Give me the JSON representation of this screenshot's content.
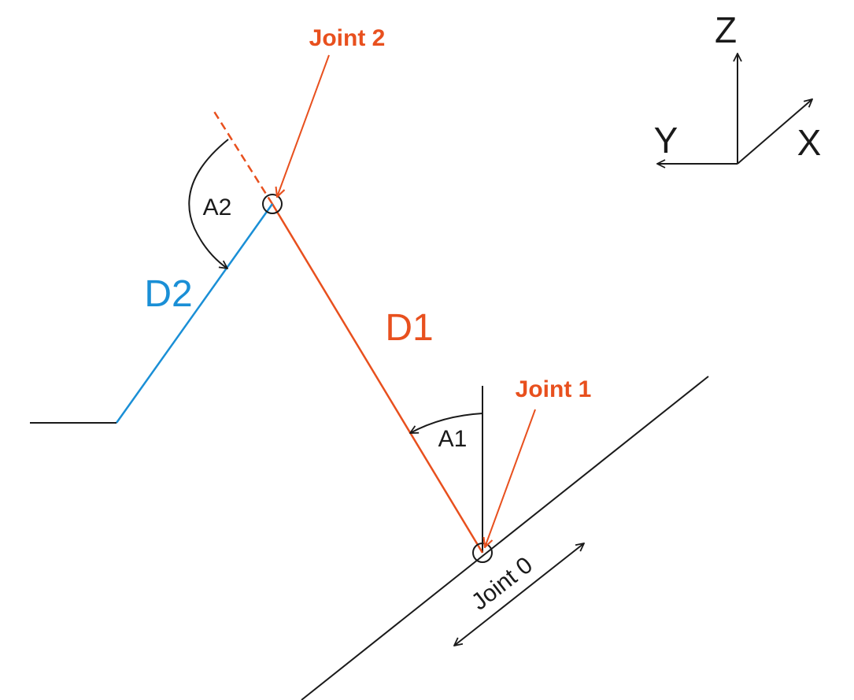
{
  "colors": {
    "ink": "#1a1a1a",
    "accent": "#e8501e",
    "link2": "#1a8fd6"
  },
  "labels": {
    "joint0": "Joint 0",
    "joint1": "Joint 1",
    "joint2": "Joint 2",
    "d1": "D1",
    "d2": "D2",
    "a1": "A1",
    "a2": "A2"
  },
  "axes": {
    "x": "X",
    "y": "Y",
    "z": "Z"
  }
}
